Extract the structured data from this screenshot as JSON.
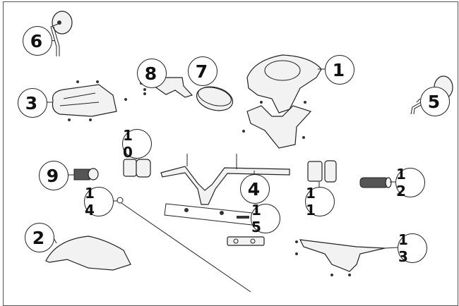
{
  "diagram": {
    "title": "Handlebar and front cover exploded view",
    "callouts": [
      {
        "id": "1",
        "label": "1"
      },
      {
        "id": "2",
        "label": "2"
      },
      {
        "id": "3",
        "label": "3"
      },
      {
        "id": "4",
        "label": "4"
      },
      {
        "id": "5",
        "label": "5"
      },
      {
        "id": "6",
        "label": "6"
      },
      {
        "id": "7",
        "label": "7"
      },
      {
        "id": "8",
        "label": "8"
      },
      {
        "id": "9",
        "label": "9"
      },
      {
        "id": "10",
        "label": "1 0"
      },
      {
        "id": "11",
        "label": "1 1"
      },
      {
        "id": "12",
        "label": "1 2"
      },
      {
        "id": "13",
        "label": "1 3"
      },
      {
        "id": "14",
        "label": "1 4"
      },
      {
        "id": "15",
        "label": "1 5"
      }
    ]
  }
}
